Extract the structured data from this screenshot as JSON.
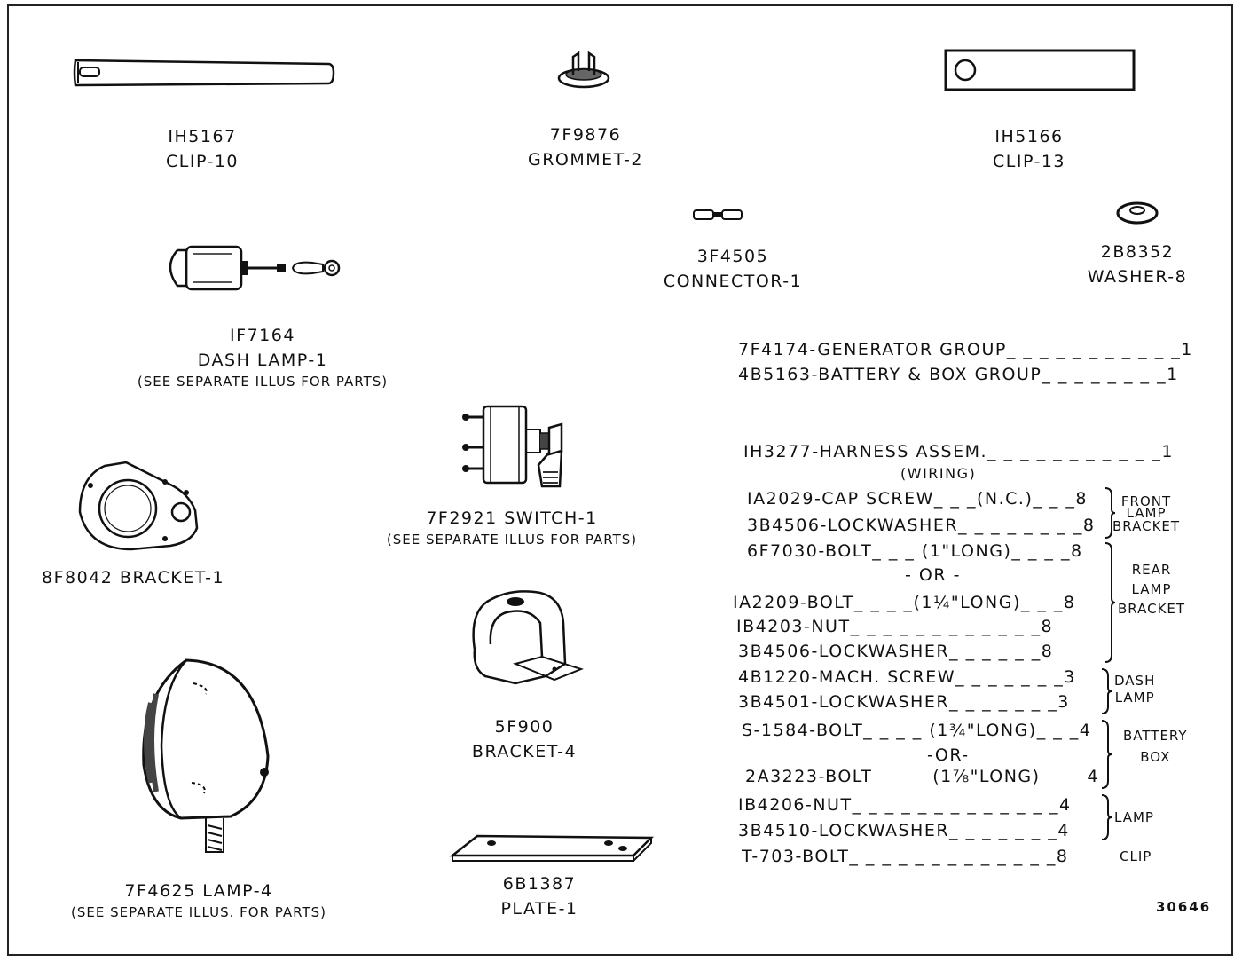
{
  "parts": {
    "clip_10": {
      "number": "IH5167",
      "name": "CLIP-10"
    },
    "grommet_2": {
      "number": "7F9876",
      "name": "GROMMET-2"
    },
    "clip_13": {
      "number": "IH5166",
      "name": "CLIP-13"
    },
    "connector_1": {
      "number": "3F4505",
      "name": "CONNECTOR-1"
    },
    "washer_8": {
      "number": "2B8352",
      "name": "WASHER-8"
    },
    "dash_lamp_1": {
      "number": "IF7164",
      "name": "DASH LAMP-1",
      "note": "(SEE SEPARATE ILLUS FOR PARTS)"
    },
    "switch_1": {
      "name": "7F2921 SWITCH-1",
      "note": "(SEE SEPARATE ILLUS FOR PARTS)"
    },
    "bracket_1": {
      "name": "8F8042 BRACKET-1"
    },
    "bracket_4": {
      "number": "5F900",
      "name": "BRACKET-4"
    },
    "lamp_4": {
      "name": "7F4625 LAMP-4",
      "note": "(SEE SEPARATE ILLUS. FOR PARTS)"
    },
    "plate_1": {
      "number": "6B1387",
      "name": "PLATE-1"
    }
  },
  "parts_list": [
    {
      "text": "7F4174-GENERATOR GROUP_ _ _ _ _ _ _ _ _ _ _1"
    },
    {
      "text": "4B5163-BATTERY & BOX GROUP_ _ _ _ _ _ _ _1"
    },
    {
      "text": "IH3277-HARNESS ASSEM._ _ _ _ _ _ _ _ _ _ _1"
    },
    {
      "text": "(WIRING)"
    },
    {
      "text": "IA2029-CAP SCREW_ _ _(N.C.)_ _ _8"
    },
    {
      "text": "3B4506-LOCKWASHER_ _ _ _ _ _ _ _8"
    },
    {
      "text": "6F7030-BOLT_ _ _ (1\"LONG)_ _ _ _8"
    },
    {
      "text": "- OR -"
    },
    {
      "text": "IA2209-BOLT_ _ _ _(1¼\"LONG)_ _ _8"
    },
    {
      "text": "IB4203-NUT_ _ _ _ _ _ _ _ _ _ _ _8"
    },
    {
      "text": "3B4506-LOCKWASHER_ _ _ _ _ _8"
    },
    {
      "text": "4B1220-MACH. SCREW_ _ _ _ _ _ _3"
    },
    {
      "text": "3B4501-LOCKWASHER_ _ _ _ _ _ _3"
    },
    {
      "text": "S-1584-BOLT_ _ _ _ (1¾\"LONG)_ _ _4"
    },
    {
      "text": "-OR-"
    },
    {
      "text": "2A3223-BOLT         (1⅞\"LONG)       4"
    },
    {
      "text": "IB4206-NUT_ _ _ _ _ _ _ _ _ _ _ _ _4"
    },
    {
      "text": "3B4510-LOCKWASHER_ _ _ _ _ _ _4"
    },
    {
      "text": "T-703-BOLT_ _ _ _ _ _ _ _ _ _ _ _ _8"
    }
  ],
  "groups": {
    "front_lamp_bracket": [
      "FRONT",
      "LAMP",
      "BRACKET"
    ],
    "rear_lamp_bracket": [
      "REAR",
      "LAMP",
      "BRACKET"
    ],
    "dash_lamp": [
      "DASH",
      "LAMP"
    ],
    "battery_box": [
      "BATTERY",
      "BOX"
    ],
    "lamp": [
      "LAMP"
    ],
    "clip": [
      "CLIP"
    ]
  },
  "sheet_number": "30646"
}
